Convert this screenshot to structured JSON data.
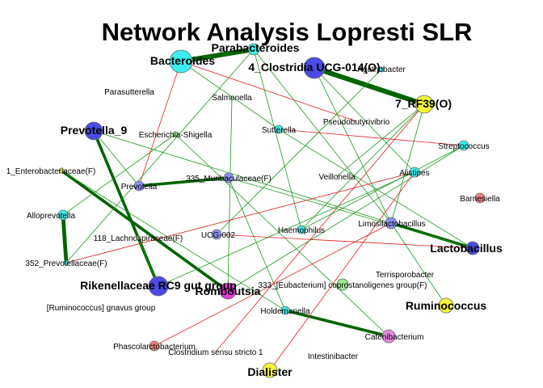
{
  "title": "Network Analysis Lopresti SLR",
  "colors": {
    "positive_edge": "#1a9a1a",
    "strong_edge": "#006400",
    "negative_edge": "#e0201e",
    "node_cyan": "#3af0ef",
    "node_blue": "#4b4be6",
    "node_yellow": "#f5f53a",
    "node_magenta": "#e83ce6",
    "node_lightblue": "#8a8ff0",
    "node_salmon": "#f08080",
    "node_lightgreen": "#98ee90",
    "node_pink": "#e987e6"
  },
  "nodes": [
    {
      "id": "bacteroides",
      "label": "Bacteroides",
      "color": "node_cyan",
      "bold": true
    },
    {
      "id": "parabacteroides",
      "label": "Parabacteroides",
      "color": "node_cyan",
      "bold": true
    },
    {
      "id": "clostridia",
      "label": "4_Clostridia UCG-014(O)",
      "color": "node_blue",
      "bold": true
    },
    {
      "id": "agathobacter",
      "label": "Agathobacter",
      "color": "node_cyan",
      "bold": false
    },
    {
      "id": "rf39",
      "label": "7_RF39(O)",
      "color": "node_yellow",
      "bold": true
    },
    {
      "id": "parasutterella",
      "label": "Parasutterella",
      "color": "node_cyan",
      "bold": false
    },
    {
      "id": "salmonella",
      "label": "Salmonella",
      "color": "node_cyan",
      "bold": false
    },
    {
      "id": "prevotella9",
      "label": "Prevotella_9",
      "color": "node_blue",
      "bold": true
    },
    {
      "id": "sutterella",
      "label": "Sutterella",
      "color": "node_cyan",
      "bold": false
    },
    {
      "id": "pseudobutyrivibrio",
      "label": "Pseudobutyrivibrio",
      "color": "node_cyan",
      "bold": false
    },
    {
      "id": "escherichia",
      "label": "Escherichia-Shigella",
      "color": "node_lightgreen",
      "bold": false
    },
    {
      "id": "streptococcus",
      "label": "Streptococcus",
      "color": "node_cyan",
      "bold": false
    },
    {
      "id": "enterobacteriaceae",
      "label": "1_Enterobacteriaceae(F)",
      "color": "node_yellow",
      "bold": false
    },
    {
      "id": "muribaculaceae",
      "label": "335_Muribaculaceae(F)",
      "color": "node_lightblue",
      "bold": false
    },
    {
      "id": "veillonella",
      "label": "Veillonella",
      "color": "node_cyan",
      "bold": false
    },
    {
      "id": "alistipes",
      "label": "Alistipes",
      "color": "node_cyan",
      "bold": false
    },
    {
      "id": "prevotella",
      "label": "Prevotella",
      "color": "node_lightblue",
      "bold": false
    },
    {
      "id": "barnesiella",
      "label": "Barnesiella",
      "color": "node_salmon",
      "bold": false
    },
    {
      "id": "alloprevotella",
      "label": "Alloprevotella",
      "color": "node_cyan",
      "bold": false
    },
    {
      "id": "haemophilus",
      "label": "Haemophilus",
      "color": "node_cyan",
      "bold": false
    },
    {
      "id": "limosilactobacillus",
      "label": "Limosilactobacillus",
      "color": "node_lightblue",
      "bold": false
    },
    {
      "id": "ucg002",
      "label": "UCG-002",
      "color": "node_lightblue",
      "bold": false
    },
    {
      "id": "lachnospiraceae",
      "label": "118_Lachnospiraceae(F)",
      "color": "node_yellow",
      "bold": false
    },
    {
      "id": "lactobacillus",
      "label": "Lactobacillus",
      "color": "node_blue",
      "bold": true
    },
    {
      "id": "prevotellaceae",
      "label": "352_Prevotellaceae(F)",
      "color": "node_cyan",
      "bold": false
    },
    {
      "id": "terrisporobacter",
      "label": "Terrisporobacter",
      "color": "node_cyan",
      "bold": false
    },
    {
      "id": "rikenellaceae",
      "label": "Rikenellaceae RC9 gut group",
      "color": "node_blue",
      "bold": true
    },
    {
      "id": "romboutsia",
      "label": "Romboutsia",
      "color": "node_magenta",
      "bold": true
    },
    {
      "id": "eubacterium",
      "label": "333_[Eubacterium] coprostanoligenes group(F)",
      "color": "node_lightgreen",
      "bold": false
    },
    {
      "id": "gnavus",
      "label": "[Ruminococcus] gnavus group",
      "color": "node_cyan",
      "bold": false
    },
    {
      "id": "holdemanella",
      "label": "Holdemanella",
      "color": "node_cyan",
      "bold": false
    },
    {
      "id": "ruminococcus",
      "label": "Ruminococcus",
      "color": "node_yellow",
      "bold": true
    },
    {
      "id": "catenibacterium",
      "label": "Catenibacterium",
      "color": "node_pink",
      "bold": false
    },
    {
      "id": "phascolarctobacterium",
      "label": "Phascolarctobacterium",
      "color": "node_salmon",
      "bold": false
    },
    {
      "id": "clostridium",
      "label": "Clostridium sensu stricto 1",
      "color": "node_cyan",
      "bold": false
    },
    {
      "id": "intestinibacter",
      "label": "Intestinibacter",
      "color": "node_cyan",
      "bold": false
    },
    {
      "id": "dialister",
      "label": "Dialister",
      "color": "node_yellow",
      "bold": true
    }
  ],
  "edges": [
    {
      "source": "bacteroides",
      "target": "parabacteroides",
      "sign": "positive",
      "strength": 5
    },
    {
      "source": "clostridia",
      "target": "rf39",
      "sign": "positive",
      "strength": 5
    },
    {
      "source": "prevotella9",
      "target": "rikenellaceae",
      "sign": "positive",
      "strength": 3
    },
    {
      "source": "prevotella",
      "target": "muribaculaceae",
      "sign": "positive",
      "strength": 3
    },
    {
      "source": "enterobacteriaceae",
      "target": "romboutsia",
      "sign": "positive",
      "strength": 3
    },
    {
      "source": "alloprevotella",
      "target": "prevotellaceae",
      "sign": "positive",
      "strength": 4
    },
    {
      "source": "limosilactobacillus",
      "target": "lactobacillus",
      "sign": "positive",
      "strength": 3
    },
    {
      "source": "holdemanella",
      "target": "catenibacterium",
      "sign": "positive",
      "strength": 3
    },
    {
      "source": "bacteroides",
      "target": "sutterella",
      "sign": "positive",
      "strength": 1
    },
    {
      "source": "bacteroides",
      "target": "pseudobutyrivibrio",
      "sign": "negative",
      "strength": 1
    },
    {
      "source": "bacteroides",
      "target": "prevotella",
      "sign": "negative",
      "strength": 1
    },
    {
      "source": "parabacteroides",
      "target": "haemophilus",
      "sign": "positive",
      "strength": 1
    },
    {
      "source": "parabacteroides",
      "target": "limosilactobacillus",
      "sign": "positive",
      "strength": 1
    },
    {
      "source": "parabacteroides",
      "target": "prevotellaceae",
      "sign": "positive",
      "strength": 1
    },
    {
      "source": "clostridia",
      "target": "alistipes",
      "sign": "positive",
      "strength": 1
    },
    {
      "source": "clostridia",
      "target": "limosilactobacillus",
      "sign": "positive",
      "strength": 1
    },
    {
      "source": "agathobacter",
      "target": "ucg002",
      "sign": "positive",
      "strength": 1
    },
    {
      "source": "rf39",
      "target": "clostridium",
      "sign": "negative",
      "strength": 1
    },
    {
      "source": "rf39",
      "target": "haemophilus",
      "sign": "positive",
      "strength": 1
    },
    {
      "source": "rf39",
      "target": "limosilactobacillus",
      "sign": "positive",
      "strength": 1
    },
    {
      "source": "prevotella9",
      "target": "prevotella",
      "sign": "positive",
      "strength": 1
    },
    {
      "source": "prevotella9",
      "target": "limosilactobacillus",
      "sign": "positive",
      "strength": 1
    },
    {
      "source": "salmonella",
      "target": "romboutsia",
      "sign": "positive",
      "strength": 1
    },
    {
      "source": "sutterella",
      "target": "streptococcus",
      "sign": "negative",
      "strength": 1
    },
    {
      "source": "sutterella",
      "target": "lactobacillus",
      "sign": "positive",
      "strength": 1
    },
    {
      "source": "escherichia",
      "target": "alloprevotella",
      "sign": "positive",
      "strength": 1
    },
    {
      "source": "escherichia",
      "target": "catenibacterium",
      "sign": "positive",
      "strength": 1
    },
    {
      "source": "streptococcus",
      "target": "romboutsia",
      "sign": "positive",
      "strength": 1
    },
    {
      "source": "streptococcus",
      "target": "haemophilus",
      "sign": "positive",
      "strength": 1
    },
    {
      "source": "alistipes",
      "target": "rikenellaceae",
      "sign": "positive",
      "strength": 1
    },
    {
      "source": "alistipes",
      "target": "dialister",
      "sign": "negative",
      "strength": 1
    },
    {
      "source": "alistipes",
      "target": "prevotellaceae",
      "sign": "negative",
      "strength": 1
    },
    {
      "source": "muribaculaceae",
      "target": "lactobacillus",
      "sign": "positive",
      "strength": 1
    },
    {
      "source": "muribaculaceae",
      "target": "holdemanella",
      "sign": "positive",
      "strength": 1
    },
    {
      "source": "ucg002",
      "target": "lactobacillus",
      "sign": "negative",
      "strength": 1
    },
    {
      "source": "lachnospiraceae",
      "target": "rikenellaceae",
      "sign": "positive",
      "strength": 1
    },
    {
      "source": "limosilactobacillus",
      "target": "phascolarctobacterium",
      "sign": "negative",
      "strength": 1
    },
    {
      "source": "limosilactobacillus",
      "target": "ruminococcus",
      "sign": "positive",
      "strength": 1
    },
    {
      "source": "enterobacteriaceae",
      "target": "holdemanella",
      "sign": "positive",
      "strength": 1
    },
    {
      "source": "veillonella",
      "target": "rf39",
      "sign": "positive",
      "strength": 1
    }
  ]
}
